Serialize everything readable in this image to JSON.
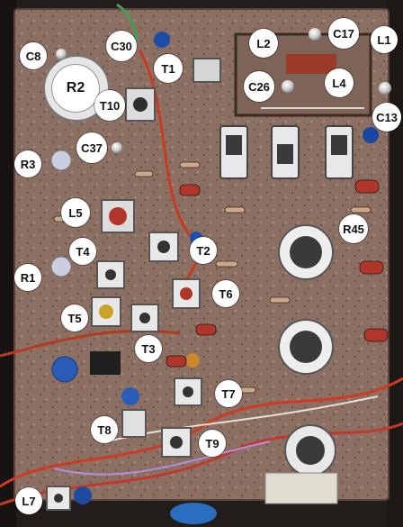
{
  "labels": [
    {
      "id": "c8",
      "text": "C8"
    },
    {
      "id": "r2",
      "text": "R2"
    },
    {
      "id": "c30",
      "text": "C30"
    },
    {
      "id": "t1",
      "text": "T1"
    },
    {
      "id": "l2",
      "text": "L2"
    },
    {
      "id": "c17",
      "text": "C17"
    },
    {
      "id": "l1",
      "text": "L1"
    },
    {
      "id": "c26",
      "text": "C26"
    },
    {
      "id": "l4",
      "text": "L4"
    },
    {
      "id": "c13",
      "text": "C13"
    },
    {
      "id": "t10",
      "text": "T10"
    },
    {
      "id": "r3",
      "text": "R3"
    },
    {
      "id": "c37",
      "text": "C37"
    },
    {
      "id": "l5",
      "text": "L5"
    },
    {
      "id": "r45",
      "text": "R45"
    },
    {
      "id": "t4",
      "text": "T4"
    },
    {
      "id": "t2",
      "text": "T2"
    },
    {
      "id": "r1",
      "text": "R1"
    },
    {
      "id": "t6",
      "text": "T6"
    },
    {
      "id": "t5",
      "text": "T5"
    },
    {
      "id": "t3",
      "text": "T3"
    },
    {
      "id": "t7",
      "text": "T7"
    },
    {
      "id": "t8",
      "text": "T8"
    },
    {
      "id": "t9",
      "text": "T9"
    },
    {
      "id": "l7",
      "text": "L7"
    }
  ]
}
